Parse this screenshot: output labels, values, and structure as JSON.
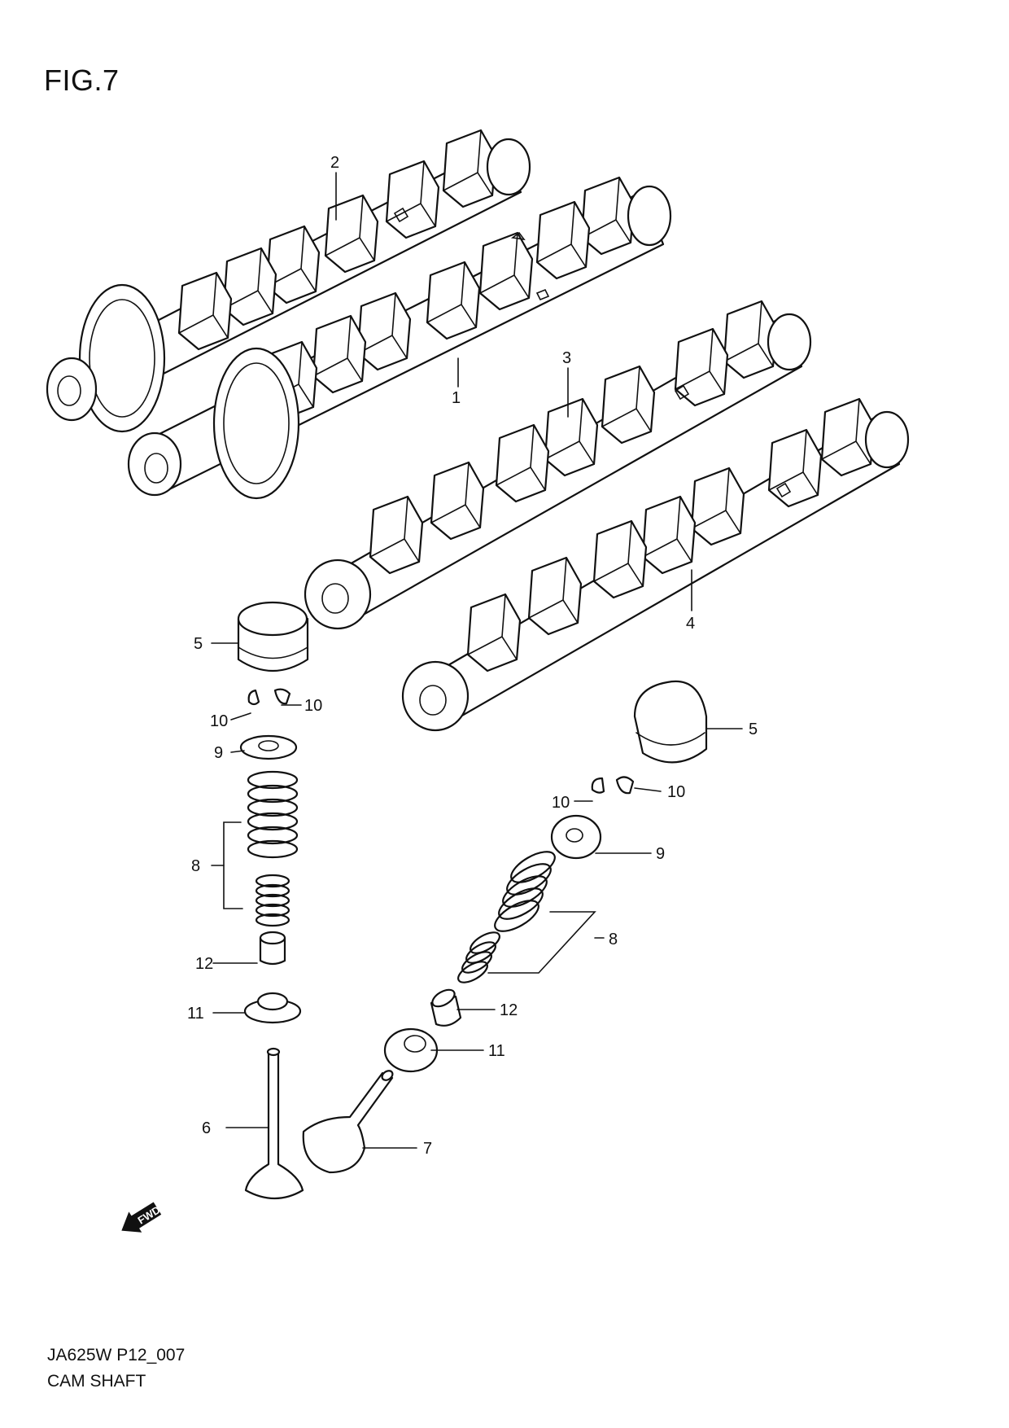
{
  "header": {
    "figure": "FIG.7"
  },
  "footer": {
    "code": "JA625W P12_007",
    "caption": "CAM SHAFT"
  },
  "callouts": {
    "c1": "1",
    "c2": "2",
    "c3": "3",
    "c4": "4",
    "c5a": "5",
    "c5b": "5",
    "c6": "6",
    "c7": "7",
    "c8a": "8",
    "c8b": "8",
    "c9a": "9",
    "c9b": "9",
    "c10a": "10",
    "c10b": "10",
    "c10c": "10",
    "c10d": "10",
    "c11a": "11",
    "c11b": "11",
    "c12a": "12",
    "c12b": "12"
  },
  "fwd_mark": {
    "text": "FWD"
  }
}
